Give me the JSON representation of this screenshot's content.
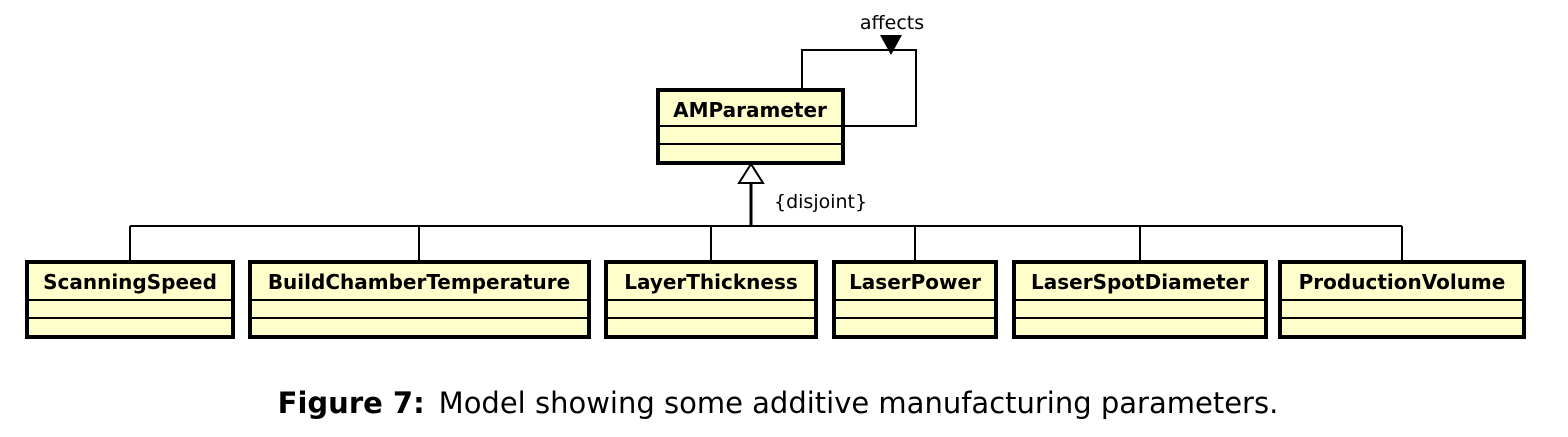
{
  "diagram": {
    "parent_class": "AMParameter",
    "self_association_label": "affects",
    "generalization_constraint": "{disjoint}",
    "subclasses": [
      "ScanningSpeed",
      "BuildChamberTemperature",
      "LayerThickness",
      "LaserPower",
      "LaserSpotDiameter",
      "ProductionVolume"
    ],
    "colors": {
      "class_fill": "#ffffcc",
      "stroke": "#000000"
    }
  },
  "caption": {
    "label": "Figure 7:",
    "text": "Model showing some additive manufacturing parameters."
  }
}
